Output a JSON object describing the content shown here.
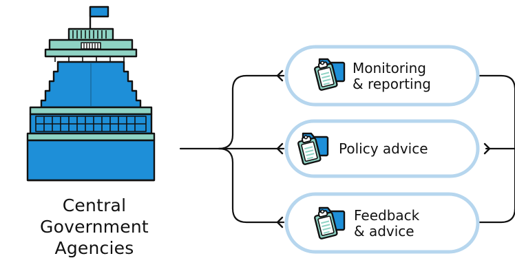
{
  "colors": {
    "pill_border": "#b6d6ee",
    "building_blue": "#1e8fd8",
    "building_teal": "#8fd3c4",
    "outline": "#111111",
    "folder_blue": "#1e8fd8",
    "clipboard_teal": "#8fd3c4"
  },
  "agency": {
    "icon": "parliament-building-icon",
    "name_lines": [
      "Central",
      "Government",
      "Agencies"
    ]
  },
  "channels": [
    {
      "icon": "folder-clipboard-icon",
      "label_lines": [
        "Monitoring",
        "& reporting"
      ]
    },
    {
      "icon": "folder-clipboard-icon",
      "label_lines": [
        "Policy advice"
      ]
    },
    {
      "icon": "folder-clipboard-icon",
      "label_lines": [
        "Feedback",
        "& advice"
      ]
    }
  ]
}
